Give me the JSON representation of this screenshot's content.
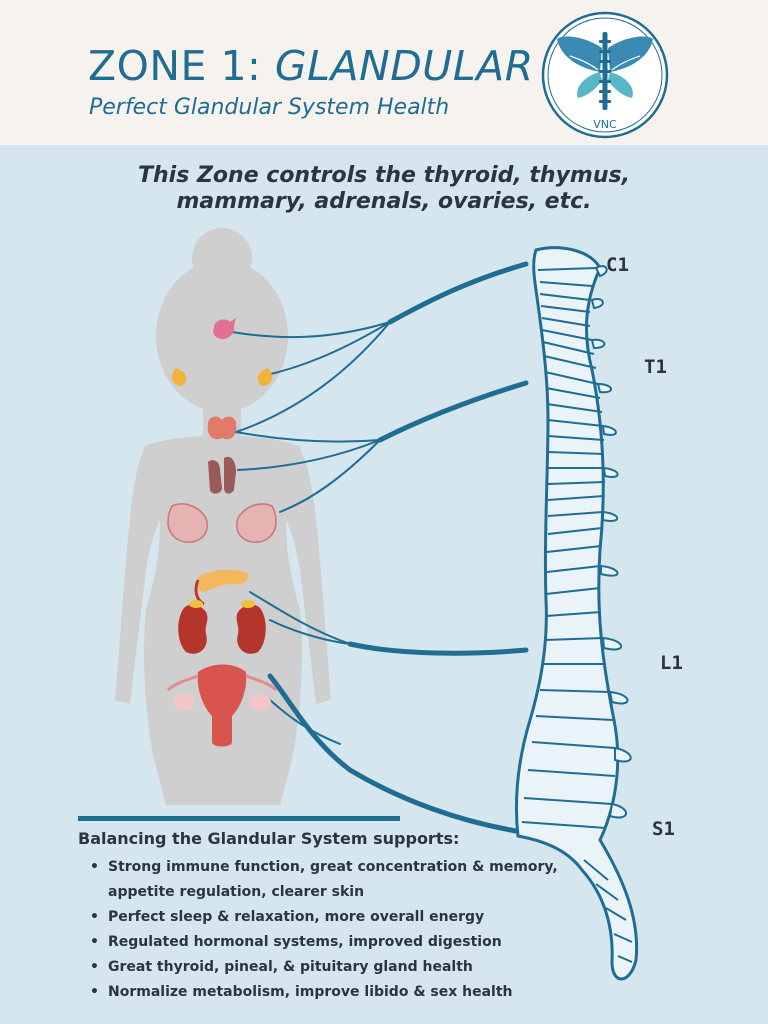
{
  "header": {
    "title_prefix": "ZONE 1: ",
    "title_emphasis": "GLANDULAR",
    "subtitle": "Perfect Glandular System Health",
    "logo_text": "VNC"
  },
  "intro": {
    "line1": "This Zone controls the thyroid, thymus,",
    "line2": "mammary, adrenals, ovaries, etc."
  },
  "spine_labels": {
    "c1": "C1",
    "t1": "T1",
    "l1": "L1",
    "s1": "S1"
  },
  "benefits": {
    "heading": "Balancing the Glandular System supports:",
    "items": [
      "Strong immune function, great concentration & memory, appetite regulation, clearer skin",
      "Perfect sleep & relaxation, more overall energy",
      "Regulated hormonal systems, improved digestion",
      "Great thyroid, pineal, & pituitary gland health",
      "Normalize metabolism, improve libido & sex health"
    ]
  },
  "colors": {
    "brand_blue": "#1f6d93",
    "background": "#d6e6ef",
    "header_background": "#f6f3ee",
    "body_silhouette": "#cfcfcf",
    "text_dark": "#2b3440"
  }
}
